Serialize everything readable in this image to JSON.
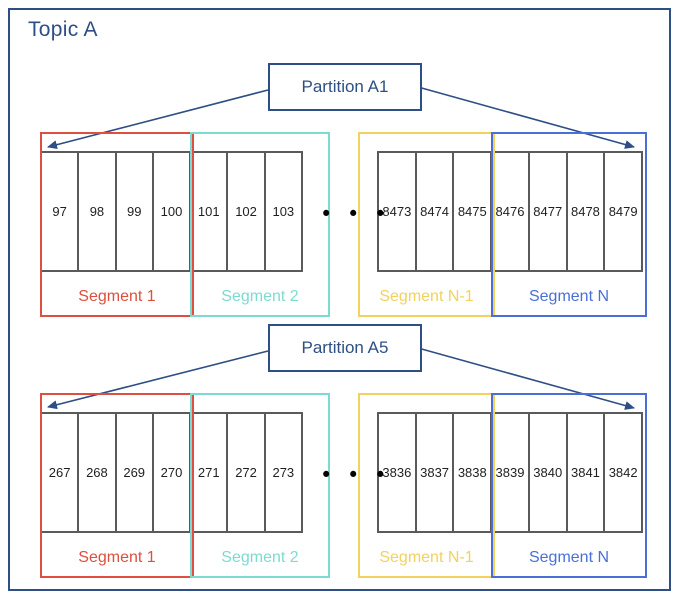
{
  "title": "Topic A",
  "ellipsis": "• • •",
  "colors": {
    "navy": "#2e4f85",
    "red": "#dd4f3e",
    "teal": "#7cdbd0",
    "yellow": "#f2d15f",
    "blue": "#4a70d8",
    "cell_border": "#595a5c",
    "cell_text": "#1f1f1f"
  },
  "partitions": [
    {
      "label": "Partition A1",
      "segments": [
        {
          "name": "Segment 1",
          "color": "red",
          "cells": [
            97,
            98,
            99,
            100
          ]
        },
        {
          "name": "Segment 2",
          "color": "teal",
          "cells": [
            101,
            102,
            103
          ]
        },
        {
          "name": "Segment N-1",
          "color": "yellow",
          "cells": [
            8473,
            8474,
            8475
          ]
        },
        {
          "name": "Segment N",
          "color": "blue",
          "cells": [
            8476,
            8477,
            8478,
            8479
          ]
        }
      ]
    },
    {
      "label": "Partition A5",
      "segments": [
        {
          "name": "Segment 1",
          "color": "red",
          "cells": [
            267,
            268,
            269,
            270
          ]
        },
        {
          "name": "Segment 2",
          "color": "teal",
          "cells": [
            271,
            272,
            273
          ]
        },
        {
          "name": "Segment N-1",
          "color": "yellow",
          "cells": [
            3836,
            3837,
            3838
          ]
        },
        {
          "name": "Segment N",
          "color": "blue",
          "cells": [
            3839,
            3840,
            3841,
            3842
          ]
        }
      ]
    }
  ]
}
